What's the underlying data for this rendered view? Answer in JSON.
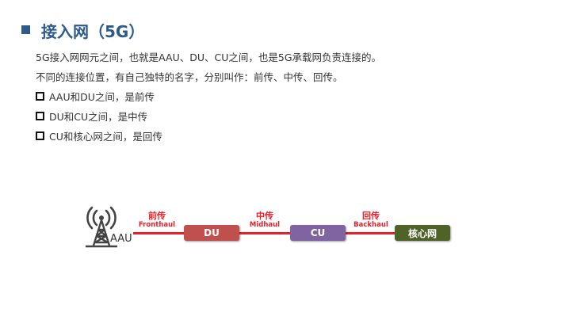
{
  "title": "接入网（5G）",
  "paragraphs": [
    "5G接入网网元之间，也就是AAU、DU、CU之间，也是5G承载网负责连接的。",
    "不同的连接位置，有自己独特的名字，分别叫作：前传、中传、回传。"
  ],
  "bullets": [
    "AAU和DU之间，是前传",
    "DU和CU之间，是中传",
    "CU和核心网之间，是回传"
  ],
  "diagram": {
    "aau_label": "AAU",
    "nodes": [
      {
        "label": "DU",
        "color": "#c0504d"
      },
      {
        "label": "CU",
        "color": "#8064a2"
      },
      {
        "label": "核心网",
        "color": "#4f6228"
      }
    ],
    "links": [
      {
        "cn": "前传",
        "en": "Fronthaul"
      },
      {
        "cn": "中传",
        "en": "Midhaul"
      },
      {
        "cn": "回传",
        "en": "Backhaul"
      }
    ],
    "link_color": "#e8202a"
  }
}
